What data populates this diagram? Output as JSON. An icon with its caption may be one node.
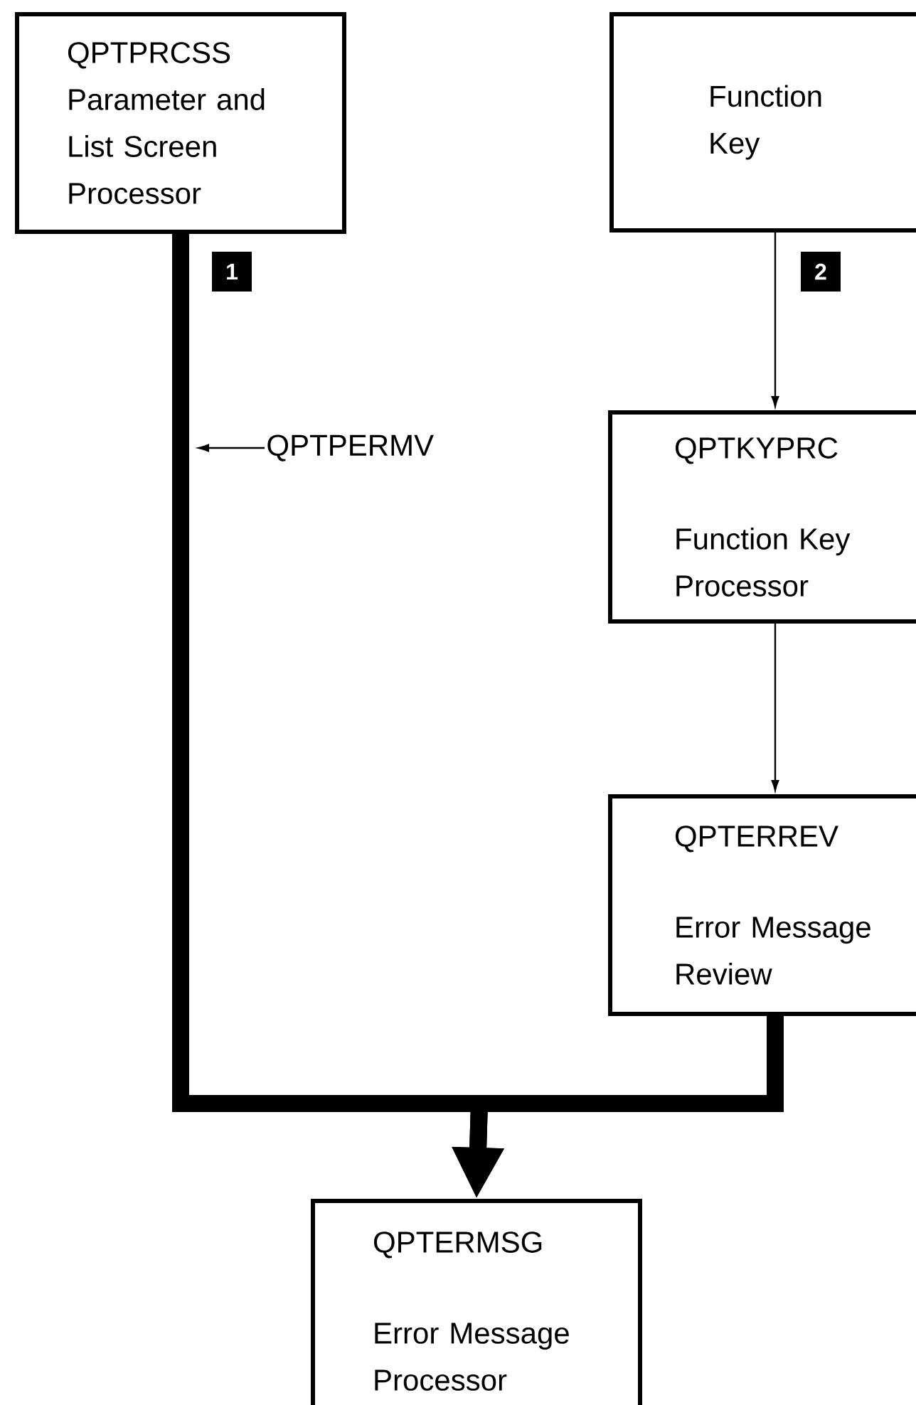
{
  "diagram": {
    "nodes": [
      {
        "text": [
          "QPTPRCSS",
          "Parameter and List Screen Processor"
        ]
      },
      {
        "text": [
          "Function Key"
        ]
      },
      {
        "text": [
          "QPTKYPRC",
          "Function Key Processor"
        ]
      },
      {
        "text": [
          "QPTERREV",
          "Error Message Review"
        ]
      },
      {
        "text": [
          "QPTERMSG",
          "Error Message Processor"
        ]
      },
      {
        "text": [
          "QPTPERMV"
        ]
      }
    ],
    "edges": [
      {
        "from": 0,
        "to": 4,
        "arrow": "to",
        "style": "thick"
      },
      {
        "from": 3,
        "to": 4,
        "arrow": "to",
        "style": "thick"
      },
      {
        "from": 1,
        "to": 2,
        "arrow": "to"
      },
      {
        "from": 2,
        "to": 3,
        "arrow": "to"
      },
      {
        "from": 5,
        "to": null,
        "arrow": "to"
      }
    ],
    "labels": [
      "1",
      "2"
    ]
  }
}
